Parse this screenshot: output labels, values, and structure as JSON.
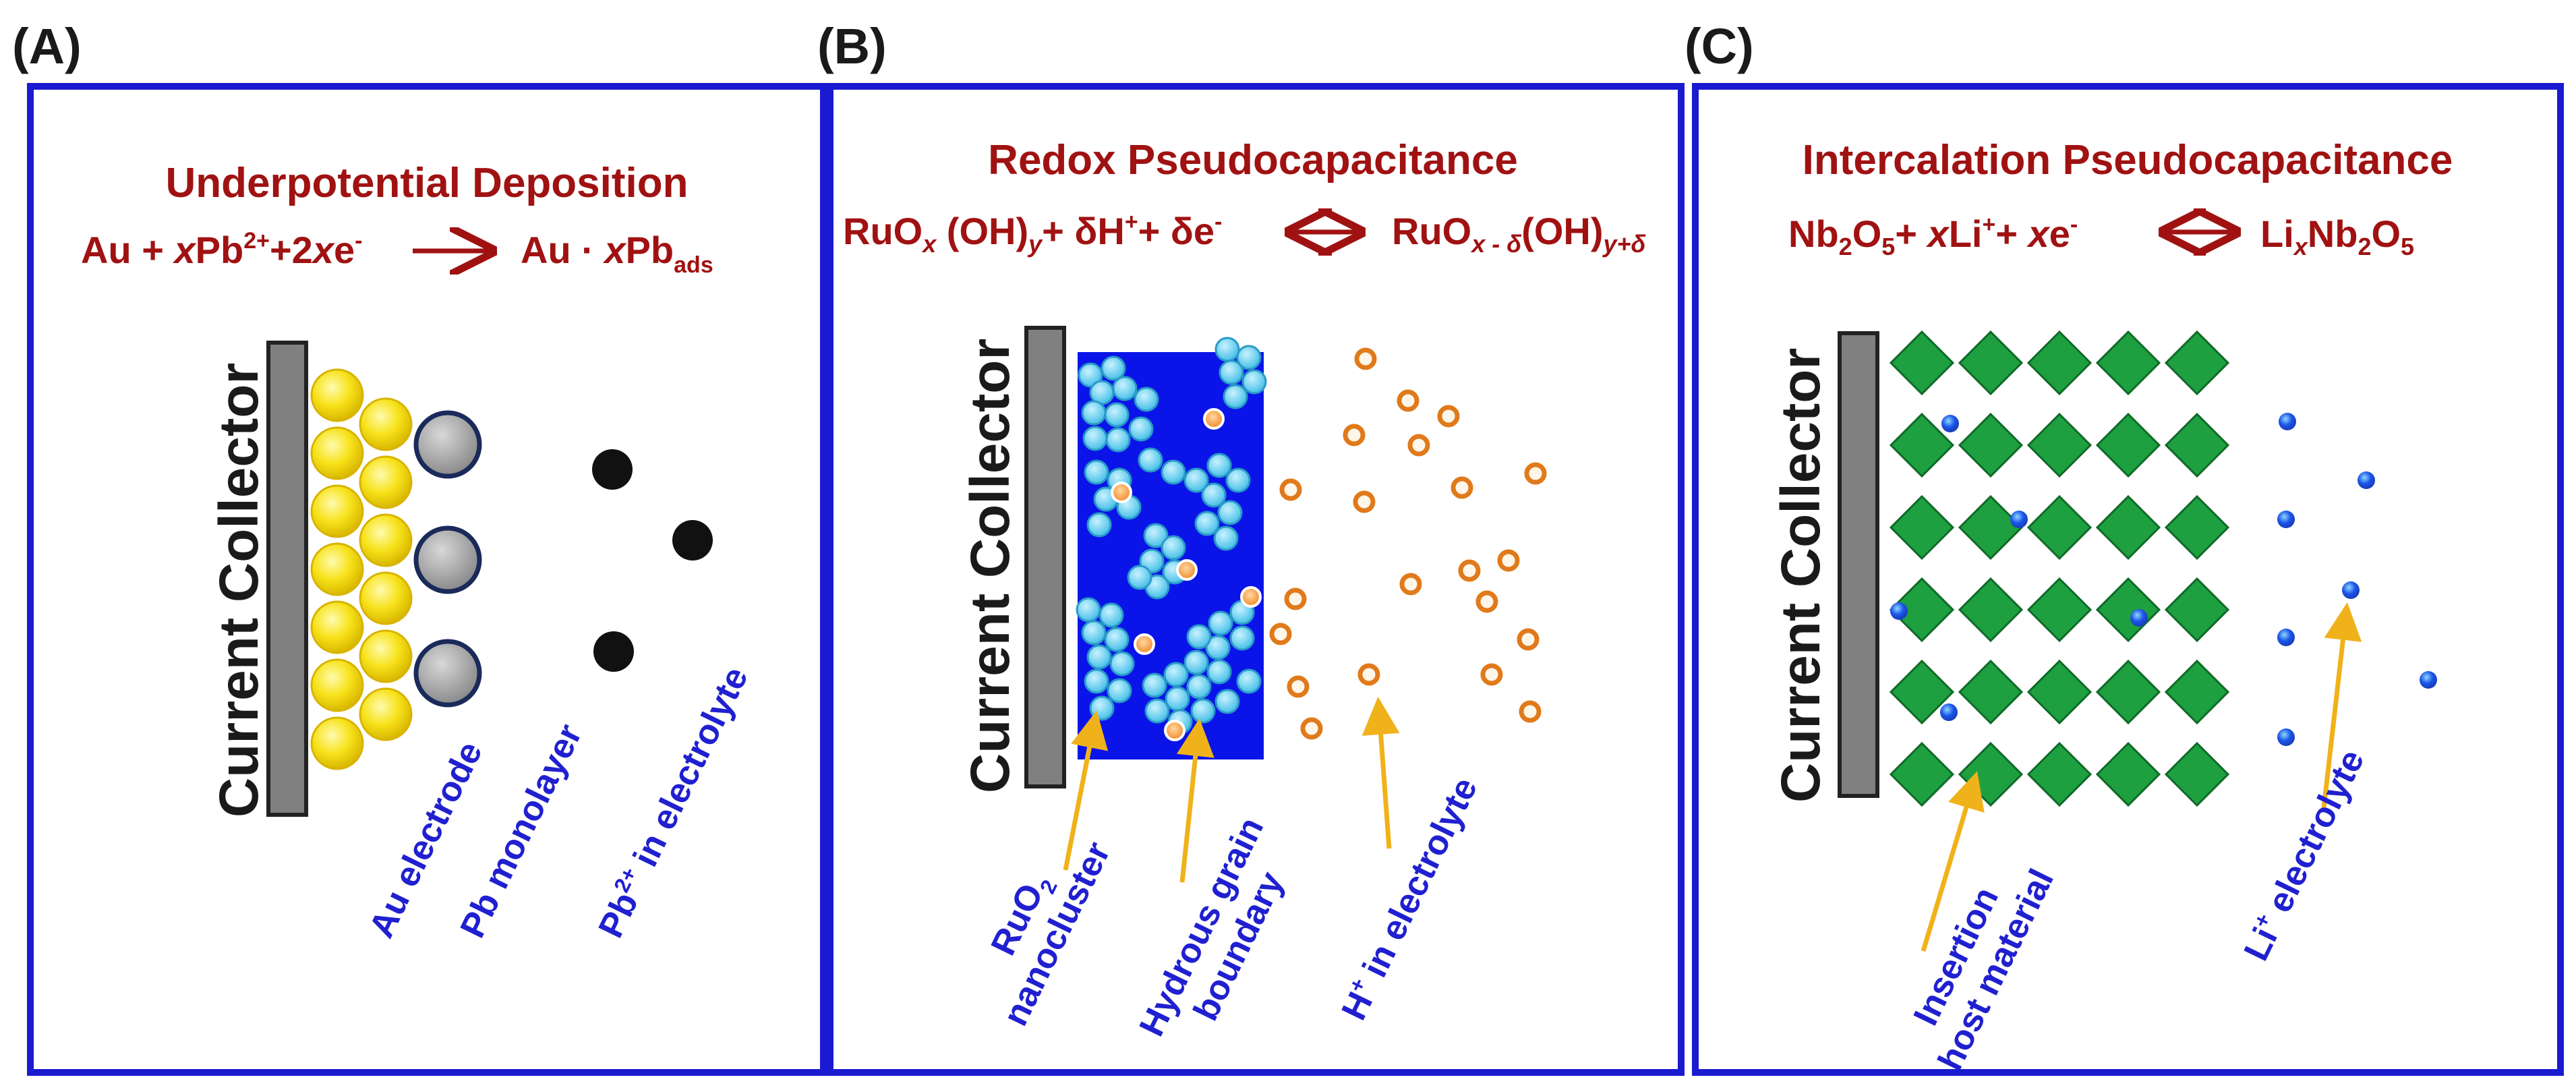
{
  "panels": [
    {
      "letter": "(A)",
      "title": "Underpotential Deposition",
      "equation": {
        "p1": "Au + ",
        "p2": "x",
        "p3": "Pb",
        "sup1": "2+",
        "p4": "+2",
        "p5": "x",
        "p6": "e",
        "sup2": "-",
        "p7": "Au · ",
        "p8": "x",
        "p9": "Pb",
        "sub1": "ads"
      },
      "collector": "Current Collector",
      "labels": [
        "Au electrode",
        "Pb monolayer"
      ],
      "electrolyte_label": {
        "base": "Pb",
        "sup": "2+",
        "rest": " in electrolyte"
      }
    },
    {
      "letter": "(B)",
      "title": "Redox Pseudocapacitance",
      "equation": {
        "left": "RuO",
        "x": "x",
        "oh": " (OH)",
        "y": "y",
        "plus": "+ δH",
        "hsup": "+",
        "plus2": "+ δe",
        "esup": "-",
        "right": "RuO",
        "xd": "x - δ",
        "oh2": "(OH)",
        "yd": "y+δ"
      },
      "collector": "Current Collector",
      "labels": {
        "nanocluster1": "RuO",
        "nanocluster_sub": "2",
        "nanocluster2": "nanocluster",
        "grain1": "Hydrous grain",
        "grain2": "boundary",
        "electrolyte": "H",
        "electrolyte_sup": "+",
        "electrolyte_rest": " in electrolyte"
      }
    },
    {
      "letter": "(C)",
      "title": "Intercalation Pseudocapacitance",
      "equation": {
        "nb": "Nb",
        "s2": "2",
        "o": "O",
        "s5": "5",
        "p1": "+ ",
        "x1": "x",
        "li": "Li",
        "lisup": "+",
        "p2": "+ ",
        "x2": "x",
        "e": "e",
        "esup": "-",
        "r1": "Li",
        "rx": "x",
        "r2": "Nb",
        "r3": "2",
        "r4": "O",
        "r5": "5"
      },
      "collector": "Current Collector",
      "labels": {
        "host1": "Insertion",
        "host2": "host material",
        "electrolyte": "Li",
        "electrolyte_sup": "+",
        "electrolyte_rest": " electrolyte"
      }
    }
  ],
  "colors": {
    "frame": "#1a1ad0",
    "title": "#a01212",
    "label_blue": "#2020d0",
    "arrow_orange": "#f0b21a",
    "gold": "#f7e21a",
    "diamond_green": "#1ea040",
    "ion_blue": "#1a55e8",
    "ruo_blue": "#0a14e8",
    "cluster_cyan": "#5ed0f0",
    "orange_ion": "#e07a1a",
    "collector_gray": "#808080"
  }
}
